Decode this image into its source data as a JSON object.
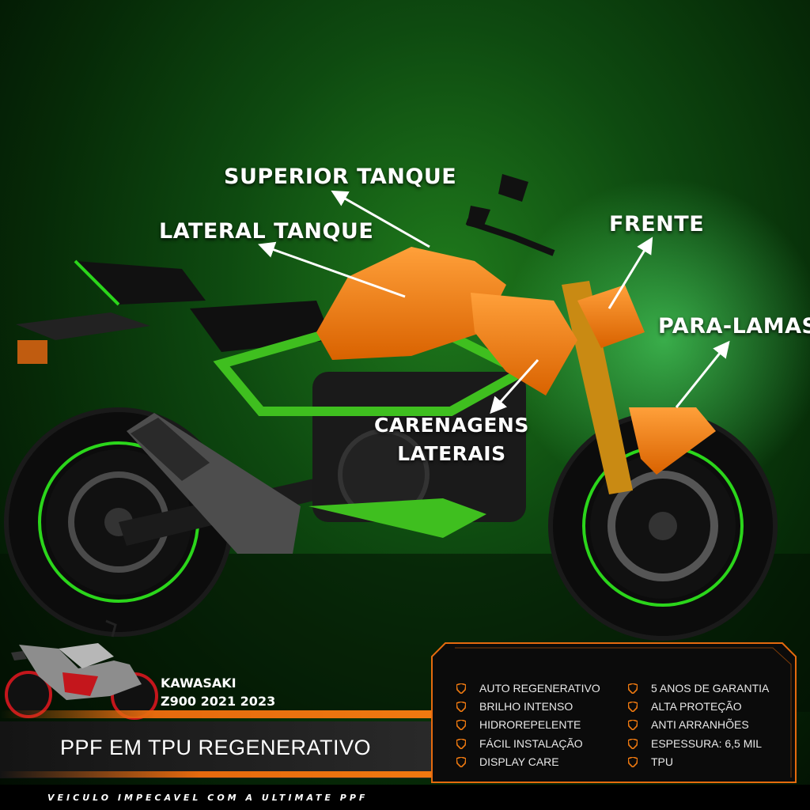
{
  "labels": {
    "superior_tanque": "SUPERIOR TANQUE",
    "lateral_tanque": "LATERAL TANQUE",
    "frente": "FRENTE",
    "para_lamas": "PARA-LAMAS",
    "carenagens_line1": "CARENAGENS",
    "carenagens_line2": "LATERAIS"
  },
  "model": {
    "brand": "KAWASAKI",
    "name": "Z900 2021 2023"
  },
  "headline": "PPF EM TPU REGENERATIVO",
  "footer": "VEICULO IMPECAVEL COM A ULTIMATE PPF",
  "features_left": [
    "AUTO REGENERATIVO",
    "BRILHO INTENSO",
    "HIDROREPELENTE",
    "FÁCIL INSTALAÇÃO",
    "DISPLAY CARE"
  ],
  "features_right": [
    "5 ANOS DE GARANTIA",
    "ALTA PROTEÇÃO",
    "ANTI ARRANHÕES",
    "ESPESSURA: 6,5 MIL",
    "TPU"
  ],
  "colors": {
    "accent_orange": "#f07a10",
    "frame_green": "#3fbf1f",
    "background_green": "#0e4a10"
  },
  "icons": {
    "feature_bullet": "shield-icon"
  }
}
